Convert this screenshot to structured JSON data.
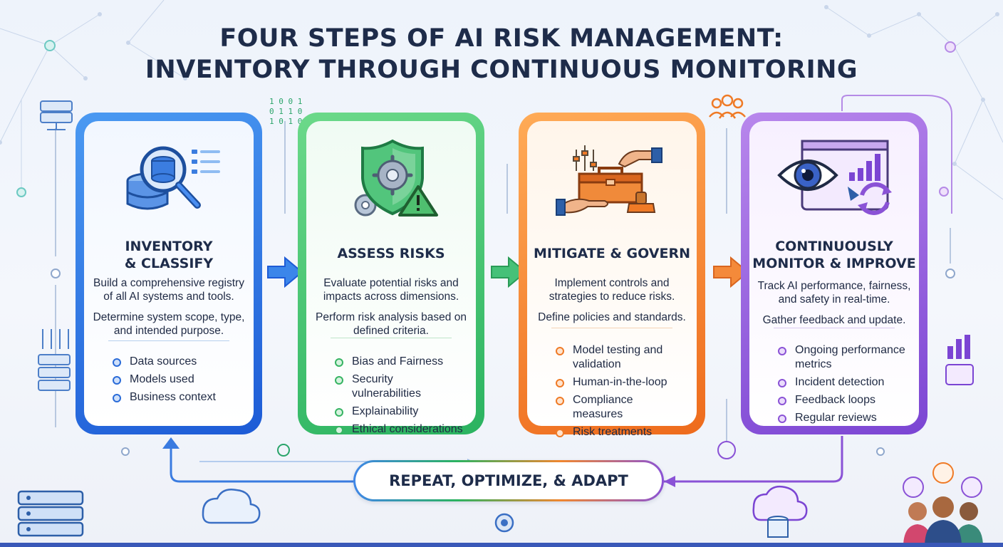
{
  "title": {
    "line1": "FOUR STEPS OF AI RISK MANAGEMENT:",
    "line2": "INVENTORY THROUGH CONTINUOUS MONITORING"
  },
  "steps": [
    {
      "title_line1": "INVENTORY",
      "title_line2": "& CLASSIFY",
      "desc": [
        "Build a comprehensive registry of all AI systems and tools.",
        "Determine system scope, type, and intended purpose."
      ],
      "bullets": [
        "Data sources",
        "Models used",
        "Business context"
      ],
      "color": "#2a6bd8",
      "icon": "database-magnifier-icon"
    },
    {
      "title_line1": "ASSESS RISKS",
      "title_line2": "",
      "desc": [
        "Evaluate potential risks and impacts across dimensions.",
        "Perform risk analysis based on defined criteria."
      ],
      "bullets": [
        "Bias and Fairness",
        "Security vulnerabilities",
        "Explainability",
        "Ethical considerations"
      ],
      "color": "#37b463",
      "icon": "shield-gear-warning-icon"
    },
    {
      "title_line1": "MITIGATE & GOVERN",
      "title_line2": "",
      "desc": [
        "Implement controls and strategies to reduce risks.",
        "Define policies and standards."
      ],
      "bullets": [
        "Model testing and validation",
        "Human-in-the-loop",
        "Compliance measures",
        "Risk treatments"
      ],
      "color": "#ef7a26",
      "icon": "toolbox-stamp-icon"
    },
    {
      "title_line1": "CONTINUOUSLY",
      "title_line2": "MONITOR & IMPROVE",
      "desc": [
        "Track AI performance, fairness, and safety in real-time.",
        "Gather feedback and update."
      ],
      "bullets": [
        "Ongoing performance metrics",
        "Incident detection",
        "Feedback loops",
        "Regular reviews"
      ],
      "color": "#8a52d6",
      "icon": "eye-dashboard-icon"
    }
  ],
  "cycle_label": "REPEAT, OPTIMIZE, & ADAPT"
}
